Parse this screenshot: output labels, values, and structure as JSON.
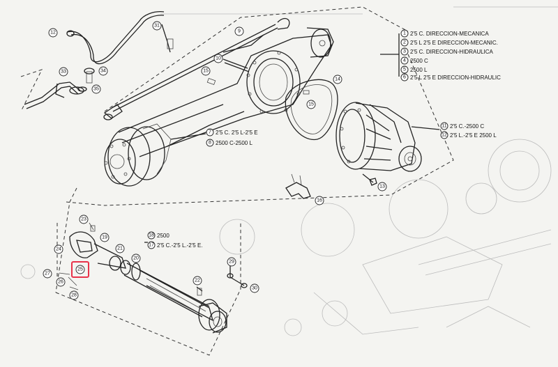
{
  "diagram": {
    "callouts": [
      {
        "id": "c12",
        "label": "12"
      },
      {
        "id": "c31",
        "label": "31"
      },
      {
        "id": "c33",
        "label": "33"
      },
      {
        "id": "c34",
        "label": "34"
      },
      {
        "id": "c35",
        "label": "35"
      },
      {
        "id": "c9",
        "label": "9"
      },
      {
        "id": "c10",
        "label": "10"
      },
      {
        "id": "c15a",
        "label": "15"
      },
      {
        "id": "c14",
        "label": "14"
      },
      {
        "id": "c15b",
        "label": "15"
      },
      {
        "id": "c13",
        "label": "13"
      },
      {
        "id": "c16",
        "label": "16"
      },
      {
        "id": "c23",
        "label": "23"
      },
      {
        "id": "c19",
        "label": "19"
      },
      {
        "id": "c24",
        "label": "24"
      },
      {
        "id": "c21",
        "label": "21"
      },
      {
        "id": "c20",
        "label": "20"
      },
      {
        "id": "c25",
        "label": "25"
      },
      {
        "id": "c27",
        "label": "27"
      },
      {
        "id": "c26",
        "label": "26"
      },
      {
        "id": "c28",
        "label": "28"
      },
      {
        "id": "c22",
        "label": "22"
      },
      {
        "id": "c30",
        "label": "30"
      },
      {
        "id": "c29",
        "label": "29"
      }
    ],
    "legend_top": [
      {
        "num": "1",
        "text": "2'5 C. DIRECCION-MECANICA"
      },
      {
        "num": "2",
        "text": "2'5 L 2'5 E DIRECCION-MECANIC."
      },
      {
        "num": "3",
        "text": "2'5 C. DIRECCION-HIDRAULICA"
      },
      {
        "num": "4",
        "text": "2500 C"
      },
      {
        "num": "5",
        "text": "2500 L"
      },
      {
        "num": "6",
        "text": "2'5 L 2'5 E DIRECCION-HIDRAULIC"
      }
    ],
    "legend_housing": [
      {
        "num": "7",
        "text": "2'5 C. 2'5 L-2'5 E"
      },
      {
        "num": "8",
        "text": "2500 C-2500 L"
      }
    ],
    "legend_diff": [
      {
        "num": "11",
        "text": "2'5 C.-2500 C"
      },
      {
        "num": "12",
        "text": "2'5 L.-2'5 E 2500 L"
      }
    ],
    "legend_shaft": [
      {
        "num": "18",
        "text": "2500"
      },
      {
        "num": "17",
        "text": "2'5 C.-2'5 L.-2'5 E."
      }
    ],
    "highlight_color": "#e8334a"
  }
}
